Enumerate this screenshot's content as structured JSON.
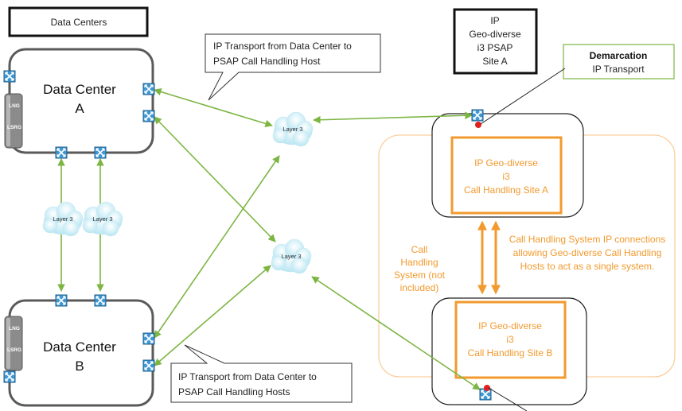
{
  "labels": {
    "data_centers": "Data Centers",
    "transport_top": [
      "IP Transport from Data Center to",
      "PSAP Call Handling Host"
    ],
    "transport_bottom": [
      "IP Transport from Data Center to",
      "PSAP Call Handling Hosts"
    ],
    "psap_site_a": [
      "IP",
      "Geo-diverse",
      "i3 PSAP",
      "Site A"
    ],
    "demarcation_title": "Demarcation",
    "demarcation_sub": "IP Transport"
  },
  "data_centers": [
    {
      "name": "Data Center",
      "id": "A"
    },
    {
      "name": "Data Center",
      "id": "B"
    }
  ],
  "devices": {
    "lng": "LNG",
    "lsrg": "LSRG"
  },
  "clouds": {
    "layer3": "Layer 3"
  },
  "call_sites": [
    {
      "lines": [
        "IP Geo-diverse",
        "i3",
        "Call Handling Site A"
      ]
    },
    {
      "lines": [
        "IP Geo-diverse",
        "i3",
        "Call Handling Site B"
      ]
    }
  ],
  "call_handling_system": [
    "Call",
    "Handling",
    "System (not",
    "included)"
  ],
  "connections_note": [
    "Call Handling System IP connections",
    "allowing Geo-diverse Call Handling",
    "Hosts to act as a single system."
  ],
  "colors": {
    "link": "#7db543",
    "orange": "#f29a2e",
    "orange_light": "#f9cf9e",
    "switch_fill": "#3f97d3",
    "demarc_dot": "#e32020",
    "demarc_border": "#7db543"
  }
}
